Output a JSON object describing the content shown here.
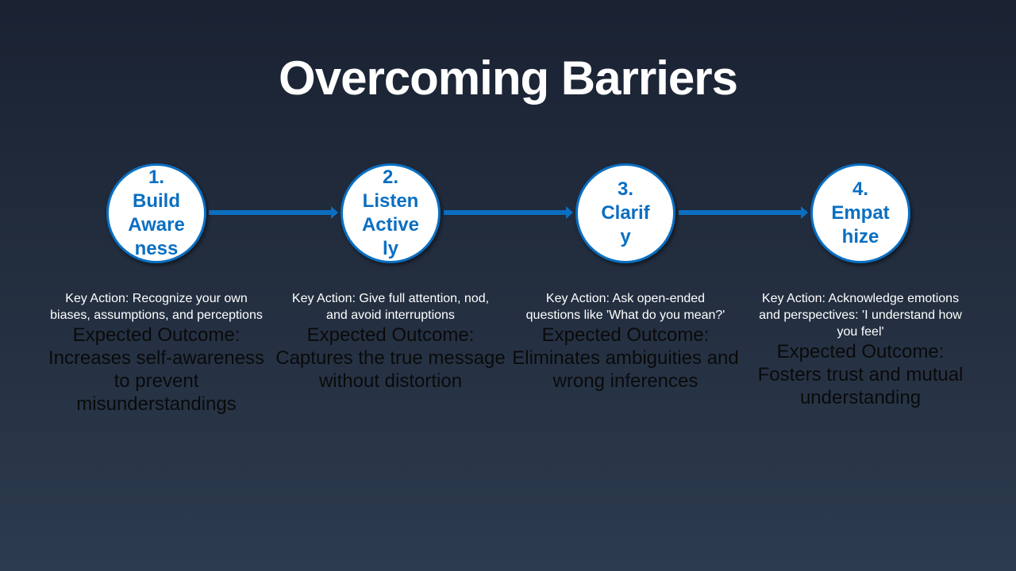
{
  "title": "Overcoming Barriers",
  "colors": {
    "accent": "#0b6fc1",
    "background_top": "#1a2232",
    "background_bottom": "#2c3b4e"
  },
  "steps": [
    {
      "number": "1.",
      "label": "Build Awareness",
      "action": "Key Action: Recognize your own biases, assumptions, and perceptions",
      "outcome": "Expected Outcome: Increases self-awareness to prevent misunderstandings"
    },
    {
      "number": "2.",
      "label": "Listen Actively",
      "action": "Key Action: Give full attention, nod, and avoid interruptions",
      "outcome": "Expected Outcome: Captures the true message without distortion"
    },
    {
      "number": "3.",
      "label": "Clarify",
      "action": "Key Action: Ask open-ended questions like 'What do you mean?'",
      "outcome": "Expected Outcome: Eliminates ambiguities and wrong inferences"
    },
    {
      "number": "4.",
      "label": "Empathize",
      "action": "Key Action: Acknowledge emotions and perspectives: 'I understand how you feel'",
      "outcome": "Expected Outcome: Fosters trust and mutual understanding"
    }
  ]
}
